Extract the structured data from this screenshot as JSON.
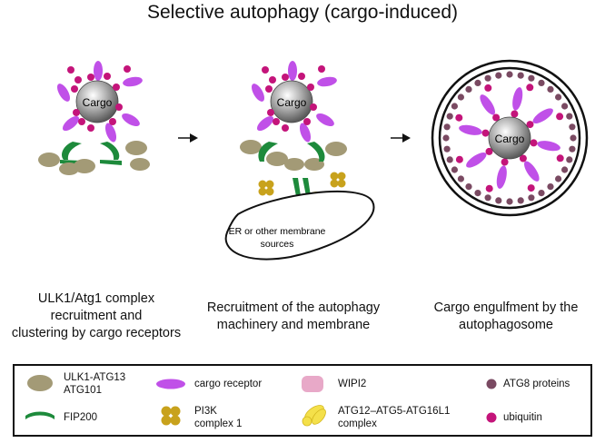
{
  "title": "Selective autophagy (cargo-induced)",
  "cargo_label": "Cargo",
  "membrane_label": "ER or other membrane\nsources",
  "captions": [
    "ULK1/Atg1 complex\nrecruitment and\nclustering by cargo receptors",
    "Recruitment of the autophagy\nmachinery and membrane",
    "Cargo engulfment by the\nautophagosome"
  ],
  "legend": {
    "ulk1": "ULK1-ATG13\nATG101",
    "fip200": "FIP200",
    "cargo_receptor": "cargo receptor",
    "pi3k": "PI3K\ncomplex 1",
    "wipi2": "WIPI2",
    "atg12": "ATG12–ATG5-ATG16L1\ncomplex",
    "atg8": "ATG8 proteins",
    "ubiquitin": "ubiquitin"
  },
  "colors": {
    "ulk1": "#a39a76",
    "fip200": "#1d8a3b",
    "cargo_receptor": "#c050e8",
    "ubiquitin": "#c4147a",
    "pi3k": "#c8a21c",
    "wipi2": "#e8a9c8",
    "atg12": "#f4e04a",
    "atg8": "#7a4a62"
  }
}
